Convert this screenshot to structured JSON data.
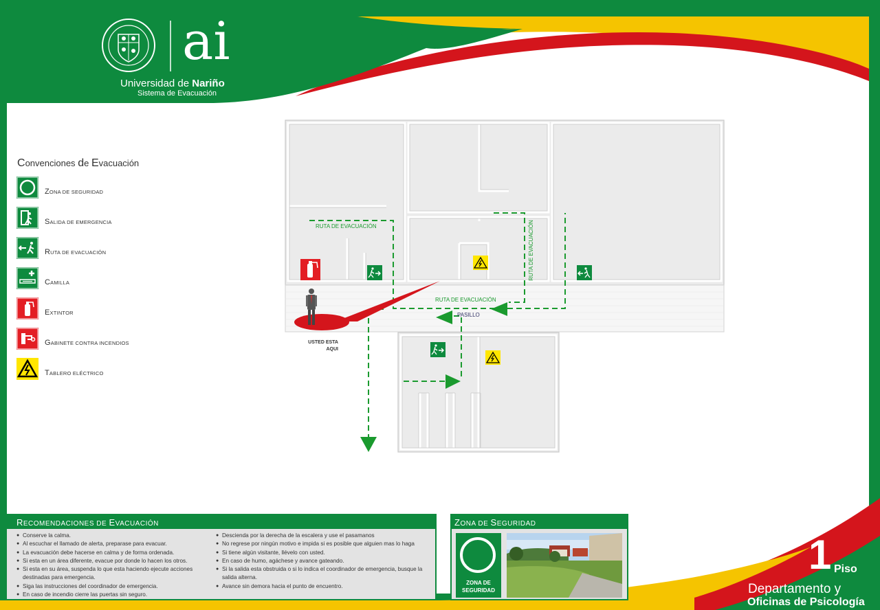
{
  "header": {
    "logo_mark": "ai",
    "university_prefix": "Universidad de ",
    "university_name": "Nariño",
    "system_title": "Sistema de Evacuación",
    "seal_icon": "university-seal-icon"
  },
  "legend": {
    "title_first": "C",
    "title_rest": "onvenciones ",
    "title_first2": "d",
    "title_rest2": "e ",
    "title_first3": "E",
    "title_rest3": "vacuación",
    "items": [
      {
        "label": "Zona de seguridad",
        "icon": "safety-zone-icon",
        "color": "#0e8a3e"
      },
      {
        "label": "Salida de emergencia",
        "icon": "emergency-exit-icon",
        "color": "#0e8a3e"
      },
      {
        "label": "Ruta de evacuación",
        "icon": "evacuation-route-icon",
        "color": "#0e8a3e"
      },
      {
        "label": "Camilla",
        "icon": "stretcher-icon",
        "color": "#0e8a3e"
      },
      {
        "label": "Extintor",
        "icon": "fire-extinguisher-icon",
        "color": "#e31e24"
      },
      {
        "label": "Gabinete contra incendios",
        "icon": "fire-cabinet-icon",
        "color": "#e31e24"
      },
      {
        "label": "Tablero eléctrico",
        "icon": "electrical-panel-icon",
        "color": "#ffe600"
      }
    ]
  },
  "map": {
    "route_label_1": "RUTA DE EVACUACIÓN",
    "route_label_2": "RUTA DE EVACUACIÓN",
    "route_label_3": "RUTA DE EVACUACIÓN",
    "corridor_label": "PASILLO",
    "you_are_here_1": "USTED ESTA",
    "you_are_here_2": "AQUI"
  },
  "recommendations": {
    "title_first": "R",
    "title_rest": "ECOMENDACIONES DE ",
    "title_first2": "E",
    "title_rest2": "VACUACIÓN",
    "left": [
      "Conserve la calma.",
      "Al escuchar el llamado de alerta, preparase para evacuar.",
      "La evacuación debe hacerse en calma y de forma ordenada.",
      "Si esta en un área diferente, evacue por donde lo hacen los otros.",
      "Si esta en su área, suspenda lo que esta haciendo ejecute acciones destinadas para emergencia.",
      "Siga las instrucciones del coordinador de emergencia.",
      "En caso de incendio cierre las puertas sin seguro."
    ],
    "right": [
      "Descienda por la derecha de la escalera y use el pasamanos",
      "No regrese por ningún motivo e impida si es posible que alguien mas  lo haga",
      "Si tiene algún visitante, llévelo con usted.",
      "En caso de humo, agáchese y avance gateando.",
      "Si la salida esta obstruida o si lo indica el coordinador de emergencia, busque la salida alterna.",
      "Avance sin demora hacia el punto de encuentro."
    ]
  },
  "safety_zone": {
    "title_first": "Z",
    "title_rest": "ONA DE ",
    "title_first2": "S",
    "title_rest2": "EGURIDAD",
    "sign_line1": "ZONA DE",
    "sign_line2": "SEGURIDAD"
  },
  "floor": {
    "number": "1",
    "word": "Piso",
    "line1": "Departamento y",
    "line2": "Oficinas de Psicología"
  },
  "colors": {
    "green": "#0e8a3e",
    "yellow": "#f5c400",
    "red": "#d4151c",
    "route_green": "#1a9a2e"
  }
}
